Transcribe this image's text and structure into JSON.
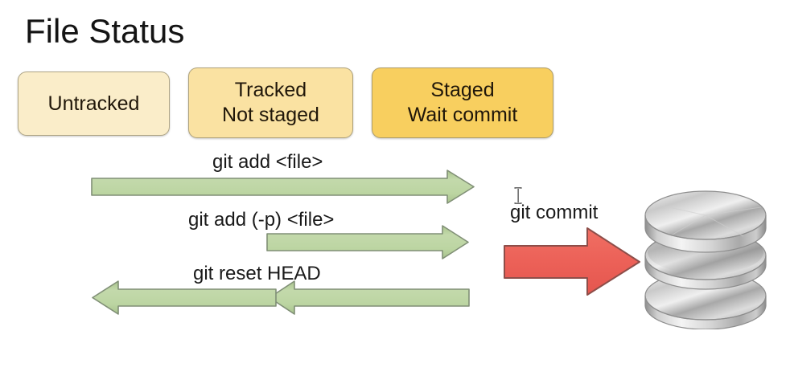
{
  "slide": {
    "title": "File Status",
    "background_color": "#ffffff"
  },
  "status_boxes": [
    {
      "name": "untracked",
      "lines": [
        "Untracked"
      ],
      "fill_color": "#faedc9"
    },
    {
      "name": "tracked-not-staged",
      "lines": [
        "Tracked",
        "Not staged"
      ],
      "fill_color": "#fae2a2"
    },
    {
      "name": "staged-wait-commit",
      "lines": [
        "Staged",
        "Wait commit"
      ],
      "fill_color": "#f8cf5f"
    }
  ],
  "commands": {
    "add": "git add <file>",
    "add_patch": "git add (-p) <file>",
    "reset": "git reset HEAD",
    "commit": "git commit"
  },
  "arrows": [
    {
      "name": "git-add-arrow",
      "direction": "right",
      "from": "untracked",
      "to": "staged",
      "color": "#b7cf9c"
    },
    {
      "name": "git-add-patch-arrow",
      "direction": "right",
      "from": "tracked-not-staged",
      "to": "staged",
      "color": "#b7cf9c"
    },
    {
      "name": "git-reset-arrow-staged-to-tracked",
      "direction": "left",
      "from": "staged",
      "to": "tracked-not-staged",
      "color": "#b7cf9c"
    },
    {
      "name": "git-reset-arrow-tracked-to-untracked",
      "direction": "left",
      "from": "tracked-not-staged",
      "to": "untracked",
      "color": "#b7cf9c"
    },
    {
      "name": "git-commit-arrow",
      "direction": "right",
      "from": "staged",
      "to": "repository",
      "color": "#ec6158"
    }
  ],
  "repository": {
    "icon": "database-icon",
    "label": ""
  },
  "cursor": {
    "icon": "text-cursor-icon"
  },
  "colors": {
    "green_arrow": "#b7cf9c",
    "green_arrow_border": "#7f8f74",
    "red_arrow": "#ec6158",
    "red_arrow_border": "#8c4a46",
    "box_border": "#9b8e6e",
    "text": "#1a1a1a"
  }
}
